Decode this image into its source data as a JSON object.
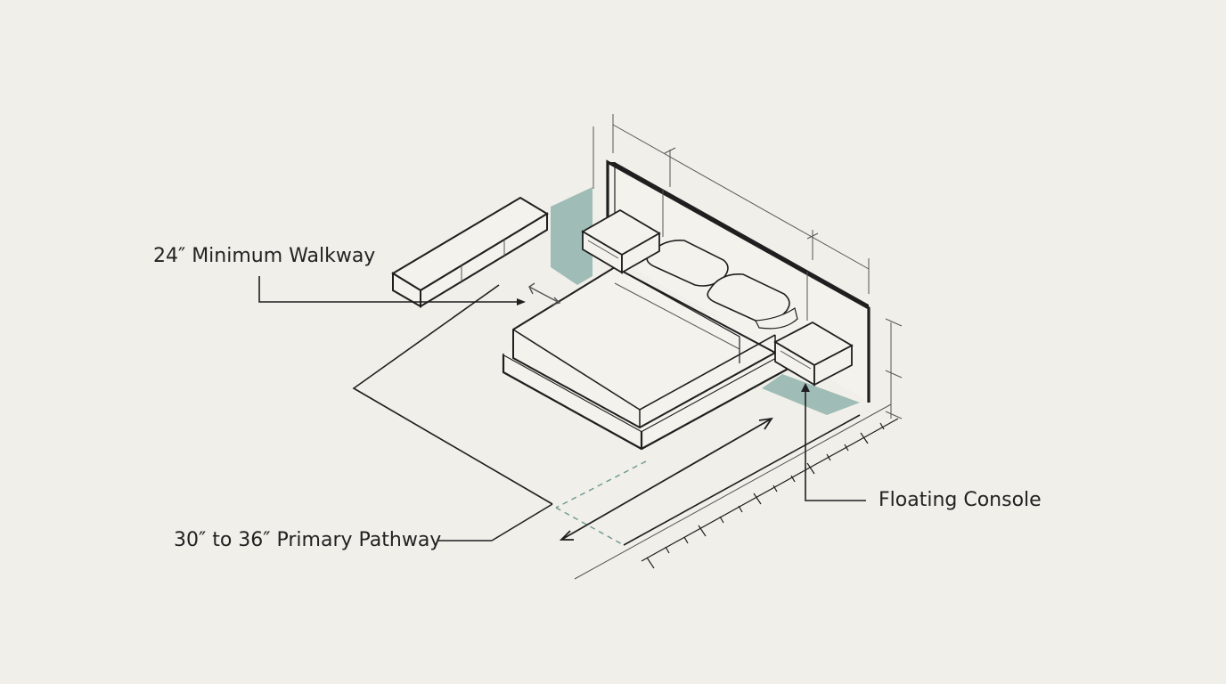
{
  "labels": {
    "walkway": "24″ Minimum Walkway",
    "pathway": "30″ to 36″ Primary Pathway",
    "console": "Floating Console"
  },
  "colors": {
    "background": "#f1efe9",
    "ink": "#1f1f1f",
    "thin_ink": "#555555",
    "teal_fill": "#9fbdb6",
    "furniture_fill": "#f4f2ec"
  }
}
